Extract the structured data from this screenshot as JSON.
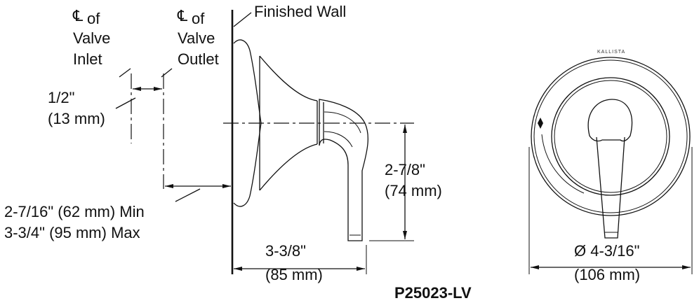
{
  "side_view": {
    "cl_inlet": {
      "symbol": "℄",
      "line1": "of",
      "line2": "Valve",
      "line3": "Inlet"
    },
    "cl_outlet": {
      "symbol": "℄",
      "line1": "of",
      "line2": "Valve",
      "line3": "Outlet"
    },
    "finished_wall": "Finished Wall",
    "offset_dim": {
      "line1": "1/2\"",
      "line2": "(13 mm)"
    },
    "depth_dim": {
      "line1": "2-7/16\" (62 mm) Min",
      "line2": "3-3/4\" (95 mm) Max"
    },
    "height_dim": {
      "line1": "2-7/8\"",
      "line2": "(74 mm)"
    },
    "projection_dim": {
      "line1": "3-3/8\"",
      "line2": "(85 mm)"
    }
  },
  "front_view": {
    "brand_mark": "KALLISTA",
    "diameter_dim": {
      "line1": "Ø 4-3/16\"",
      "line2": "(106 mm)"
    }
  },
  "model_number": "P25023-LV"
}
